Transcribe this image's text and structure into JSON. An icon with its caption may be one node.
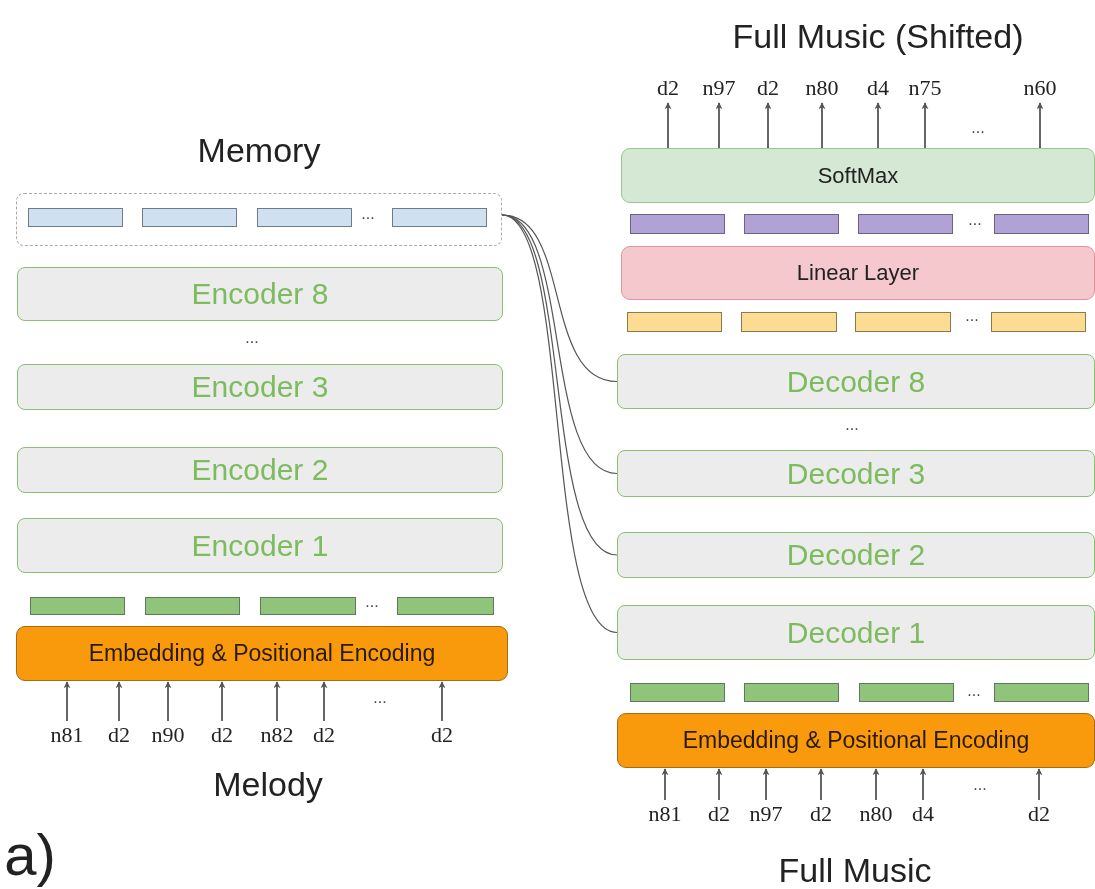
{
  "diagram": {
    "nodes": [
      {
        "text": [
          "Memory"
        ]
      },
      {
        "text": [],
        "shape": "bar",
        "in": 0
      },
      {
        "text": [],
        "shape": "bar",
        "in": 0
      },
      {
        "text": [],
        "shape": "bar",
        "in": 0
      },
      {
        "text": [],
        "shape": "bar",
        "in": 0
      },
      {
        "text": [
          "Encoder 8"
        ]
      },
      {
        "text": [
          "Encoder 3"
        ]
      },
      {
        "text": [
          "Encoder 2"
        ]
      },
      {
        "text": [
          "Encoder 1"
        ]
      },
      {
        "text": [],
        "shape": "bar"
      },
      {
        "text": [],
        "shape": "bar"
      },
      {
        "text": [],
        "shape": "bar"
      },
      {
        "text": [],
        "shape": "bar"
      },
      {
        "text": [
          "Embedding & Positional Encoding"
        ]
      },
      {
        "text": [
          "n81"
        ]
      },
      {
        "text": [
          "d2"
        ]
      },
      {
        "text": [
          "n90"
        ]
      },
      {
        "text": [
          "d2"
        ]
      },
      {
        "text": [
          "n82"
        ]
      },
      {
        "text": [
          "d2"
        ]
      },
      {
        "text": [
          "d2"
        ]
      },
      {
        "text": [
          "d2"
        ]
      },
      {
        "text": [
          "n97"
        ]
      },
      {
        "text": [
          "d2"
        ]
      },
      {
        "text": [
          "n80"
        ]
      },
      {
        "text": [
          "d4"
        ]
      },
      {
        "text": [
          "n75"
        ]
      },
      {
        "text": [
          "n60"
        ]
      },
      {
        "text": [
          "SoftMax"
        ]
      },
      {
        "text": [],
        "shape": "bar"
      },
      {
        "text": [],
        "shape": "bar"
      },
      {
        "text": [],
        "shape": "bar"
      },
      {
        "text": [],
        "shape": "bar"
      },
      {
        "text": [
          "Linear Layer"
        ]
      },
      {
        "text": [],
        "shape": "bar"
      },
      {
        "text": [],
        "shape": "bar"
      },
      {
        "text": [],
        "shape": "bar"
      },
      {
        "text": [],
        "shape": "bar"
      },
      {
        "text": [
          "Decoder 8"
        ]
      },
      {
        "text": [
          "Decoder 3"
        ]
      },
      {
        "text": [
          "Decoder 2"
        ]
      },
      {
        "text": [
          "Decoder 1"
        ]
      },
      {
        "text": [],
        "shape": "bar"
      },
      {
        "text": [],
        "shape": "bar"
      },
      {
        "text": [],
        "shape": "bar"
      },
      {
        "text": [],
        "shape": "bar"
      },
      {
        "text": [
          "Embedding & Positional Encoding"
        ]
      },
      {
        "text": [
          "n81"
        ]
      },
      {
        "text": [
          "d2"
        ]
      },
      {
        "text": [
          "n97"
        ]
      },
      {
        "text": [
          "d2"
        ]
      },
      {
        "text": [
          "n80"
        ]
      },
      {
        "text": [
          "d4"
        ]
      },
      {
        "text": [
          "d2"
        ]
      }
    ],
    "edges": [
      {
        "from": 0,
        "to": 38,
        "arrow": "none"
      },
      {
        "from": 0,
        "to": 39,
        "arrow": "none"
      },
      {
        "from": 0,
        "to": 40,
        "arrow": "none"
      },
      {
        "from": 0,
        "to": 41,
        "arrow": "none"
      },
      {
        "from": 14,
        "to": 13,
        "arrow": "to"
      },
      {
        "from": 15,
        "to": 13,
        "arrow": "to"
      },
      {
        "from": 16,
        "to": 13,
        "arrow": "to"
      },
      {
        "from": 17,
        "to": 13,
        "arrow": "to"
      },
      {
        "from": 18,
        "to": 13,
        "arrow": "to"
      },
      {
        "from": 19,
        "to": 13,
        "arrow": "to"
      },
      {
        "from": 20,
        "to": 13,
        "arrow": "to"
      },
      {
        "from": 28,
        "to": 21,
        "arrow": "to"
      },
      {
        "from": 28,
        "to": 22,
        "arrow": "to"
      },
      {
        "from": 28,
        "to": 23,
        "arrow": "to"
      },
      {
        "from": 28,
        "to": 24,
        "arrow": "to"
      },
      {
        "from": 28,
        "to": 25,
        "arrow": "to"
      },
      {
        "from": 28,
        "to": 26,
        "arrow": "to"
      },
      {
        "from": 28,
        "to": 27,
        "arrow": "to"
      },
      {
        "from": 47,
        "to": 46,
        "arrow": "to"
      },
      {
        "from": 48,
        "to": 46,
        "arrow": "to"
      },
      {
        "from": 49,
        "to": 46,
        "arrow": "to"
      },
      {
        "from": 50,
        "to": 46,
        "arrow": "to"
      },
      {
        "from": 51,
        "to": 46,
        "arrow": "to"
      },
      {
        "from": 52,
        "to": 46,
        "arrow": "to"
      },
      {
        "from": 53,
        "to": 46,
        "arrow": "to"
      }
    ],
    "labels": [
      "Full Music (Shifted)",
      "...",
      "...",
      "...",
      "...",
      "...",
      "...",
      "...",
      "...",
      "...",
      "Melody",
      "...",
      "a)",
      "Full Music"
    ]
  }
}
